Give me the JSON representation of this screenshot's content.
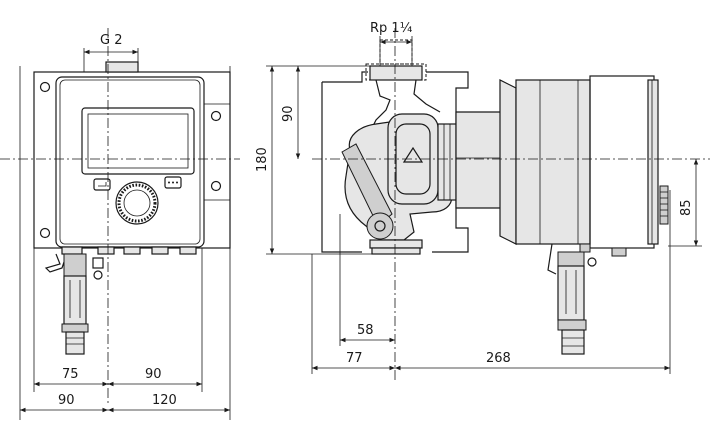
{
  "labels": {
    "g2": "G 2",
    "rp": "Rp 1¼",
    "dim_75": "75",
    "dim_90_front_top": "90",
    "dim_90_front_bottom": "90",
    "dim_120": "120",
    "dim_90_side": "90",
    "dim_180": "180",
    "dim_58": "58",
    "dim_77": "77",
    "dim_268": "268",
    "dim_85": "85"
  },
  "icons": {
    "left_button": "enter-arrow-icon",
    "right_button": "dots-icon",
    "knob": "control-knob-icon",
    "flow": "flow-direction-triangle-icon"
  }
}
